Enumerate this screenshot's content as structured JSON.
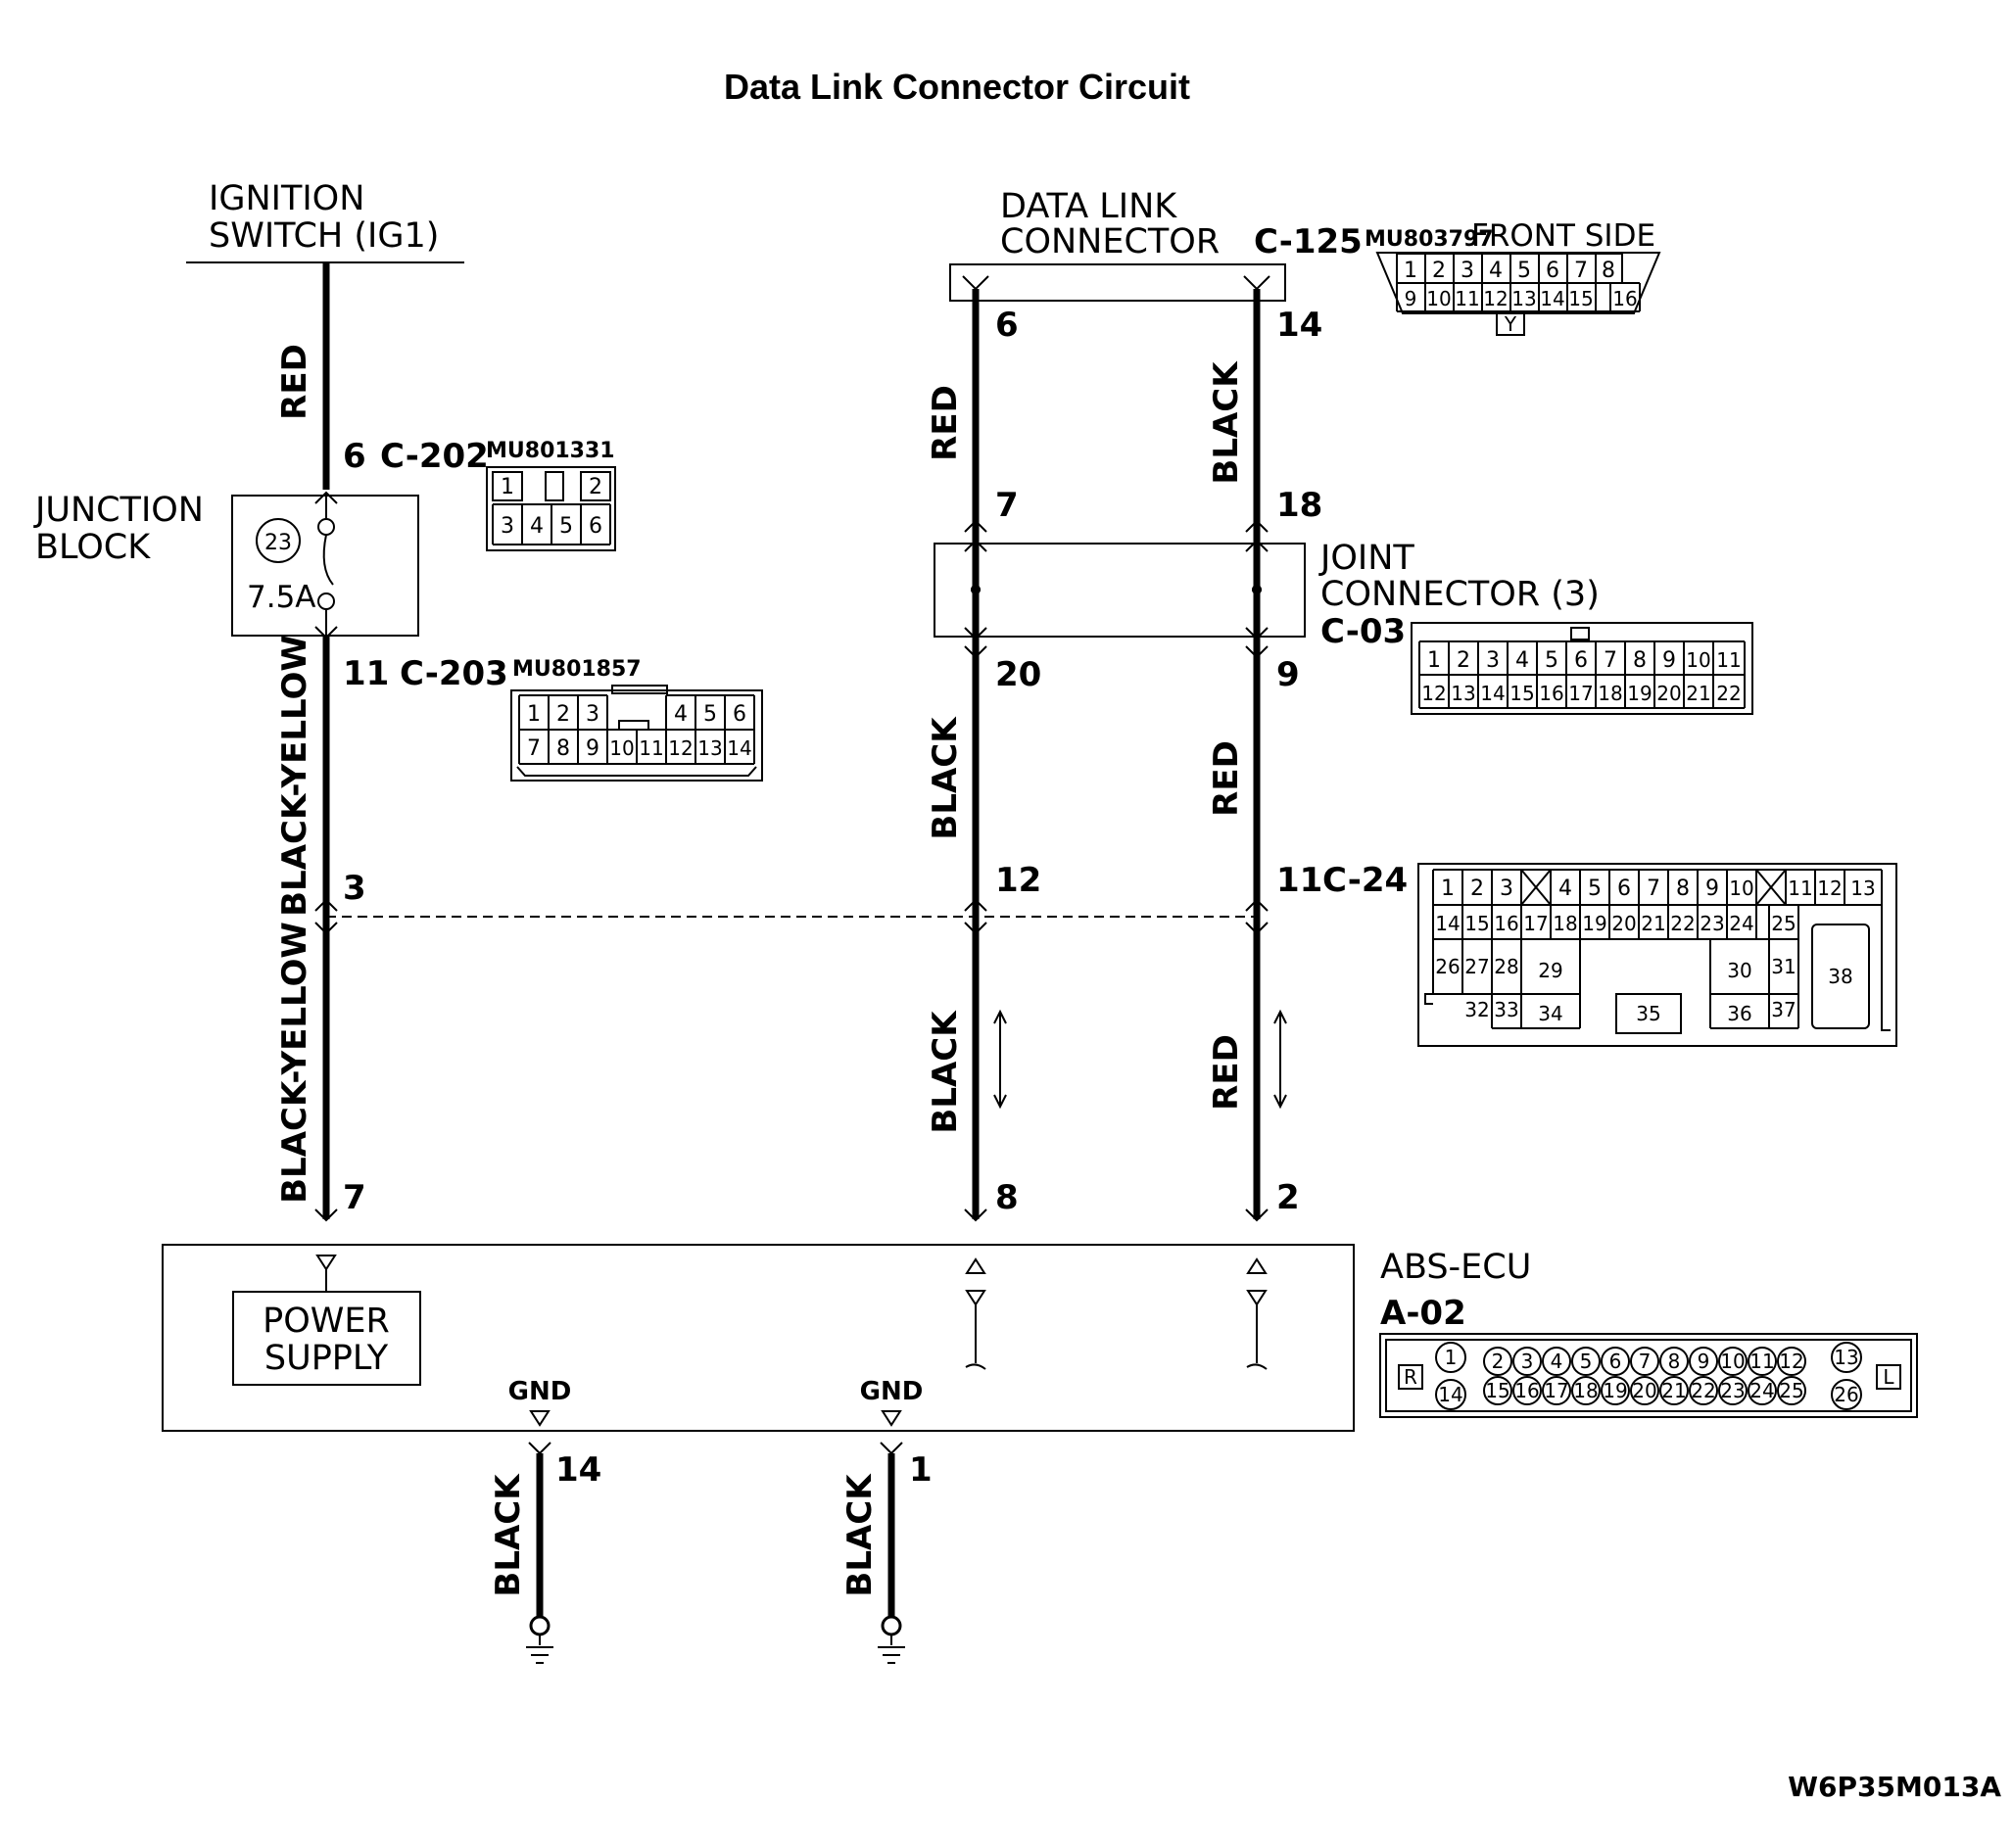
{
  "title": "Data Link Connector Circuit",
  "figure_code": "W6P35M013A",
  "ignition": {
    "line1": "IGNITION",
    "line2": "SWITCH (IG1)"
  },
  "junction_block": {
    "line1": "JUNCTION",
    "line2": "BLOCK",
    "fuse_number": "23",
    "fuse_rating": "7.5A"
  },
  "dlc": {
    "line1": "DATA LINK",
    "line2": "CONNECTOR",
    "connector": "C-125",
    "part": "MU803797",
    "view": "FRONT SIDE",
    "row1": [
      "1",
      "2",
      "3",
      "4",
      "5",
      "6",
      "7",
      "8"
    ],
    "row2": [
      "9",
      "10",
      "11",
      "12",
      "13",
      "14",
      "15",
      "16"
    ],
    "key": "Y"
  },
  "joint": {
    "line1": "JOINT",
    "line2": "CONNECTOR (3)",
    "connector": "C-03",
    "row1": [
      "1",
      "2",
      "3",
      "4",
      "5",
      "6",
      "7",
      "8",
      "9",
      "10",
      "11"
    ],
    "row2": [
      "12",
      "13",
      "14",
      "15",
      "16",
      "17",
      "18",
      "19",
      "20",
      "21",
      "22"
    ]
  },
  "c202": {
    "pin": "6",
    "connector": "C-202",
    "part": "MU801331",
    "row1": [
      "1",
      "",
      "2"
    ],
    "row2": [
      "3",
      "4",
      "5",
      "6"
    ]
  },
  "c203": {
    "pin": "11",
    "connector": "C-203",
    "part": "MU801857",
    "row1": [
      "1",
      "2",
      "3",
      "4",
      "5",
      "6"
    ],
    "row2": [
      "7",
      "8",
      "9",
      "10",
      "11",
      "12",
      "13",
      "14"
    ]
  },
  "c24": {
    "connector": "C-24",
    "row1": [
      "1",
      "2",
      "3",
      "4",
      "5",
      "6",
      "7",
      "8",
      "9",
      "10",
      "11",
      "12",
      "13"
    ],
    "row2": [
      "14",
      "15",
      "16",
      "17",
      "18",
      "19",
      "20",
      "21",
      "22",
      "23",
      "24",
      "25"
    ],
    "row3": [
      "26",
      "27",
      "28",
      "29",
      "30",
      "31"
    ],
    "row4": [
      "32",
      "33",
      "34",
      "35",
      "36",
      "37"
    ],
    "big": "38"
  },
  "abs": {
    "line1": "ABS-ECU",
    "connector": "A-02",
    "left_mark": "R",
    "right_mark": "L",
    "row1": [
      "1",
      "2",
      "3",
      "4",
      "5",
      "6",
      "7",
      "8",
      "9",
      "10",
      "11",
      "12",
      "13"
    ],
    "row2": [
      "14",
      "15",
      "16",
      "17",
      "18",
      "19",
      "20",
      "21",
      "22",
      "23",
      "24",
      "25",
      "26"
    ]
  },
  "power_supply": {
    "line1": "POWER",
    "line2": "SUPPLY"
  },
  "gnd_label": "GND",
  "wires": {
    "w_red_top": "RED",
    "w_by1": "BLACK-YELLOW",
    "w_by2": "BLACK-YELLOW",
    "w_red_dlc": "RED",
    "w_black_dlc": "BLACK",
    "w_black_mid": "BLACK",
    "w_red_mid": "RED",
    "w_black_low": "BLACK",
    "w_red_low": "RED",
    "w_gnd14": "BLACK",
    "w_gnd1": "BLACK"
  },
  "pins": {
    "p3": "3",
    "p7_left": "7",
    "p6_dlc": "6",
    "p14_dlc": "14",
    "p7_jc": "7",
    "p18_jc": "18",
    "p20_jc": "20",
    "p9_jc": "9",
    "p12_c24": "12",
    "p11_c24": "11",
    "p8_abs": "8",
    "p2_abs": "2",
    "p14_gnd": "14",
    "p1_gnd": "1"
  },
  "colors": {
    "line": "#000000",
    "background": "#ffffff"
  }
}
